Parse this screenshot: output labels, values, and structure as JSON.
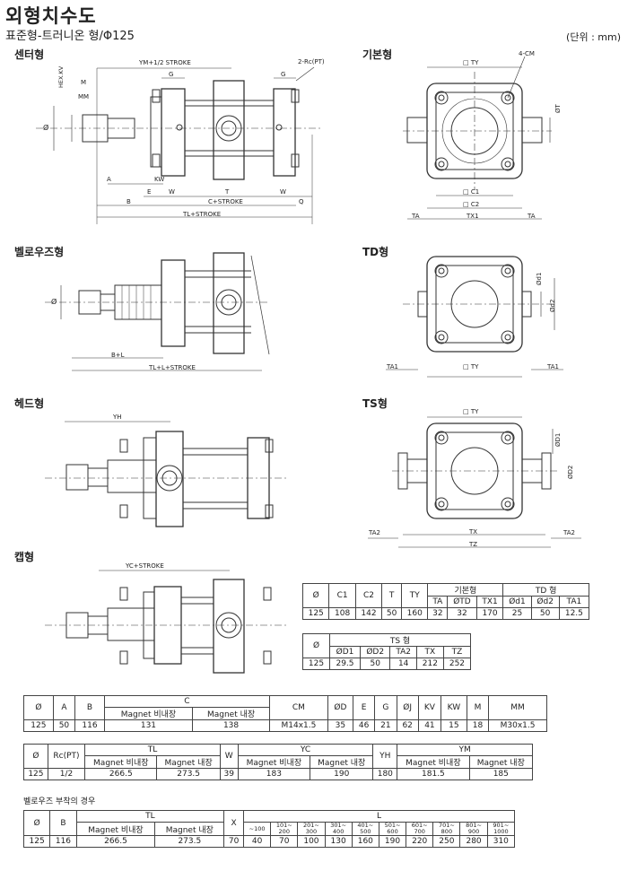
{
  "title": "외형치수도",
  "subtitle": "표준형-트러니온 형/Φ125",
  "unit": "(단위 : mm)",
  "sections": {
    "center": "센터형",
    "basic": "기본형",
    "bellows": "벨로우즈형",
    "td": "TD형",
    "head": "헤드형",
    "ts": "TS형",
    "cap": "캡형"
  },
  "labels": {
    "ym": "YM+1/2 STROKE",
    "rc": "2-Rc(PT)",
    "g": "G",
    "m": "M",
    "hexkv": "HEX.KV",
    "mm": "MM",
    "dia": "Ø",
    "a": "A",
    "kw": "KW",
    "e": "E",
    "w": "W",
    "t": "T",
    "cstroke": "C+STROKE",
    "b": "B",
    "q": "Q",
    "tlstroke": "TL+STROKE",
    "ty": "□ TY",
    "cm": "4-CM",
    "ot": "ØT",
    "c1": "□ C1",
    "c2": "□ C2",
    "ta": "TA",
    "tx1": "TX1",
    "bl": "B+L",
    "tll": "TL+L+STROKE",
    "od1": "Ød1",
    "od2": "Ød2",
    "ta1": "TA1",
    "yh": "YH",
    "d1": "ØD1",
    "d2": "ØD2",
    "ta2": "TA2",
    "tx": "TX",
    "tz": "TZ",
    "ycstroke": "YC+STROKE"
  },
  "table1": {
    "head_dia": "Ø",
    "head_c1": "C1",
    "head_c2": "C2",
    "head_t": "T",
    "head_ty": "TY",
    "group_basic": "기본형",
    "group_td": "TD 형",
    "sub_ta": "TA",
    "sub_otd": "ØTD",
    "sub_tx1": "TX1",
    "sub_d1": "Ød1",
    "sub_d2": "Ød2",
    "sub_ta1": "TA1",
    "row": [
      "125",
      "108",
      "142",
      "50",
      "160",
      "32",
      "32",
      "170",
      "25",
      "50",
      "12.5"
    ]
  },
  "table2": {
    "head_dia": "Ø",
    "group_ts": "TS 형",
    "sub": [
      "ØD1",
      "ØD2",
      "TA2",
      "TX",
      "TZ"
    ],
    "row": [
      "125",
      "29.5",
      "50",
      "14",
      "212",
      "252"
    ]
  },
  "table3": {
    "head": [
      "Ø",
      "A",
      "B",
      "CM",
      "ØD",
      "E",
      "G",
      "ØJ",
      "KV",
      "KW",
      "M",
      "MM"
    ],
    "group_c": "C",
    "sub_c": [
      "Magnet 비내장",
      "Magnet 내장"
    ],
    "row": [
      "125",
      "50",
      "116",
      "131",
      "138",
      "M14x1.5",
      "35",
      "46",
      "21",
      "62",
      "41",
      "15",
      "18",
      "M30x1.5"
    ]
  },
  "table4": {
    "head_dia": "Ø",
    "head_rc": "Rc(PT)",
    "head_w": "W",
    "head_yh": "YH",
    "group_tl": "TL",
    "group_yc": "YC",
    "group_ym": "YM",
    "sub": [
      "Magnet 비내장",
      "Magnet 내장"
    ],
    "row": [
      "125",
      "1/2",
      "266.5",
      "273.5",
      "39",
      "183",
      "190",
      "180",
      "181.5",
      "185"
    ]
  },
  "bellows_caption": "벨로우즈 부착의 경우",
  "table5": {
    "head_dia": "Ø",
    "head_b": "B",
    "head_x": "X",
    "group_tl": "TL",
    "group_l": "L",
    "sub_tl": [
      "Magnet 비내장",
      "Magnet 내장"
    ],
    "l_ranges": [
      {
        "top": "~100",
        "bot": ""
      },
      {
        "top": "101~",
        "bot": "200"
      },
      {
        "top": "201~",
        "bot": "300"
      },
      {
        "top": "301~",
        "bot": "400"
      },
      {
        "top": "401~",
        "bot": "500"
      },
      {
        "top": "501~",
        "bot": "600"
      },
      {
        "top": "601~",
        "bot": "700"
      },
      {
        "top": "701~",
        "bot": "800"
      },
      {
        "top": "801~",
        "bot": "900"
      },
      {
        "top": "901~",
        "bot": "1000"
      }
    ],
    "row": [
      "125",
      "116",
      "266.5",
      "273.5",
      "70",
      "40",
      "70",
      "100",
      "130",
      "160",
      "190",
      "220",
      "250",
      "280",
      "310"
    ]
  }
}
